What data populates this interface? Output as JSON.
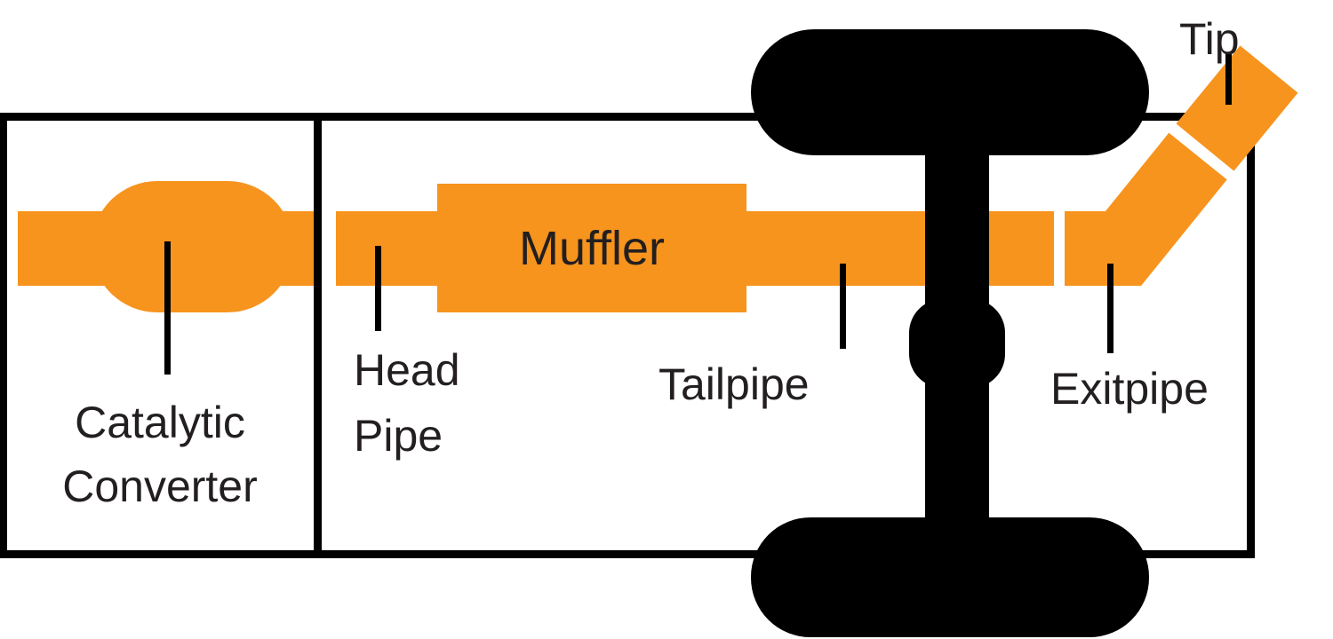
{
  "diagram": {
    "type": "exhaust-system-schematic",
    "labels": {
      "catalytic_converter": {
        "line1": "Catalytic",
        "line2": "Converter"
      },
      "head_pipe": {
        "line1": "Head",
        "line2": "Pipe"
      },
      "muffler": "Muffler",
      "tailpipe": "Tailpipe",
      "exitpipe": "Exitpipe",
      "tip": "Tip"
    },
    "colors": {
      "pipe_orange": "#F7941D",
      "line_black": "#000000",
      "text": "#231F20",
      "background": "#FFFFFF"
    },
    "icons": [
      "catalytic-converter-shape",
      "head-pipe-shape",
      "muffler-shape",
      "tailpipe-shape",
      "exitpipe-shape",
      "tip-shape",
      "wheel-shape",
      "axle-shape",
      "differential-shape"
    ]
  }
}
